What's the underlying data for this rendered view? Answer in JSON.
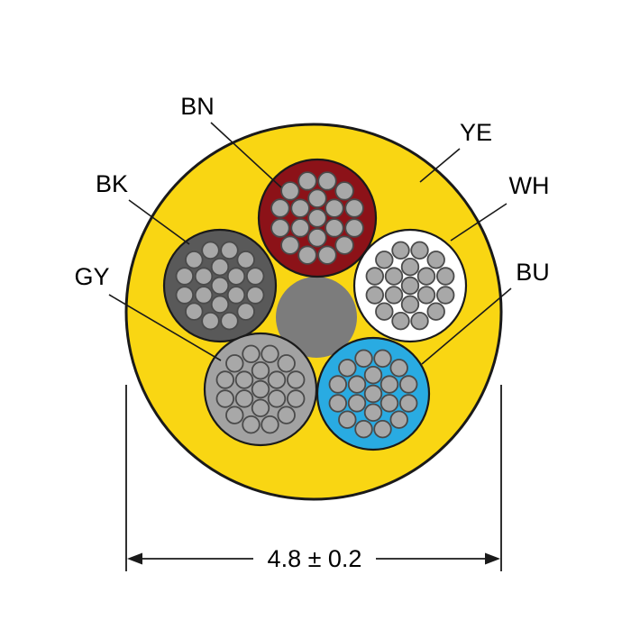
{
  "diagram": {
    "dimension_label": "4.8 ± 0.2",
    "jacket": {
      "label": "YE",
      "color": "#F9D613"
    },
    "filler": {
      "color": "#7C7C7C"
    },
    "strand": {
      "fill": "#A8A8A8",
      "stroke": "#4A4A4A",
      "count_per_conductor": 19
    },
    "conductors": [
      {
        "label": "BN",
        "color": "#8C1218"
      },
      {
        "label": "BK",
        "color": "#595959"
      },
      {
        "label": "WH",
        "color": "#FFFFFF"
      },
      {
        "label": "GY",
        "color": "#A2A2A2"
      },
      {
        "label": "BU",
        "color": "#29ABE2"
      }
    ]
  }
}
